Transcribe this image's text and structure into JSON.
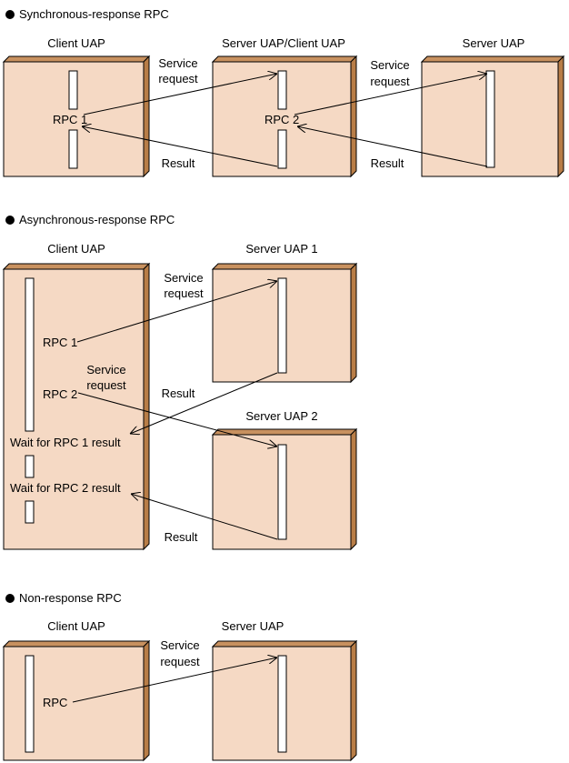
{
  "sections": [
    {
      "bullet": "●",
      "title": "Synchronous-response RPC"
    },
    {
      "bullet": "●",
      "title": "Asynchronous-response RPC"
    },
    {
      "bullet": "●",
      "title": "Non-response RPC"
    }
  ],
  "sync": {
    "client": "Client UAP",
    "middle": "Server UAP/Client UAP",
    "server": "Server UAP",
    "rpc1": "RPC 1",
    "rpc2": "RPC 2",
    "req1": [
      "Service",
      "request"
    ],
    "req2": [
      "Service",
      "request"
    ],
    "res1": "Result",
    "res2": "Result"
  },
  "async": {
    "client": "Client UAP",
    "server1": "Server UAP 1",
    "server2": "Server UAP 2",
    "rpc1": "RPC 1",
    "rpc2": "RPC 2",
    "req1": [
      "Service",
      "request"
    ],
    "req2": [
      "Service",
      "request"
    ],
    "res1": "Result",
    "res2": "Result",
    "wait1": "Wait for RPC 1 result",
    "wait2": "Wait for RPC 2 result"
  },
  "nonresp": {
    "client": "Client UAP",
    "server": "Server UAP",
    "rpc": "RPC",
    "req": [
      "Service",
      "request"
    ]
  }
}
